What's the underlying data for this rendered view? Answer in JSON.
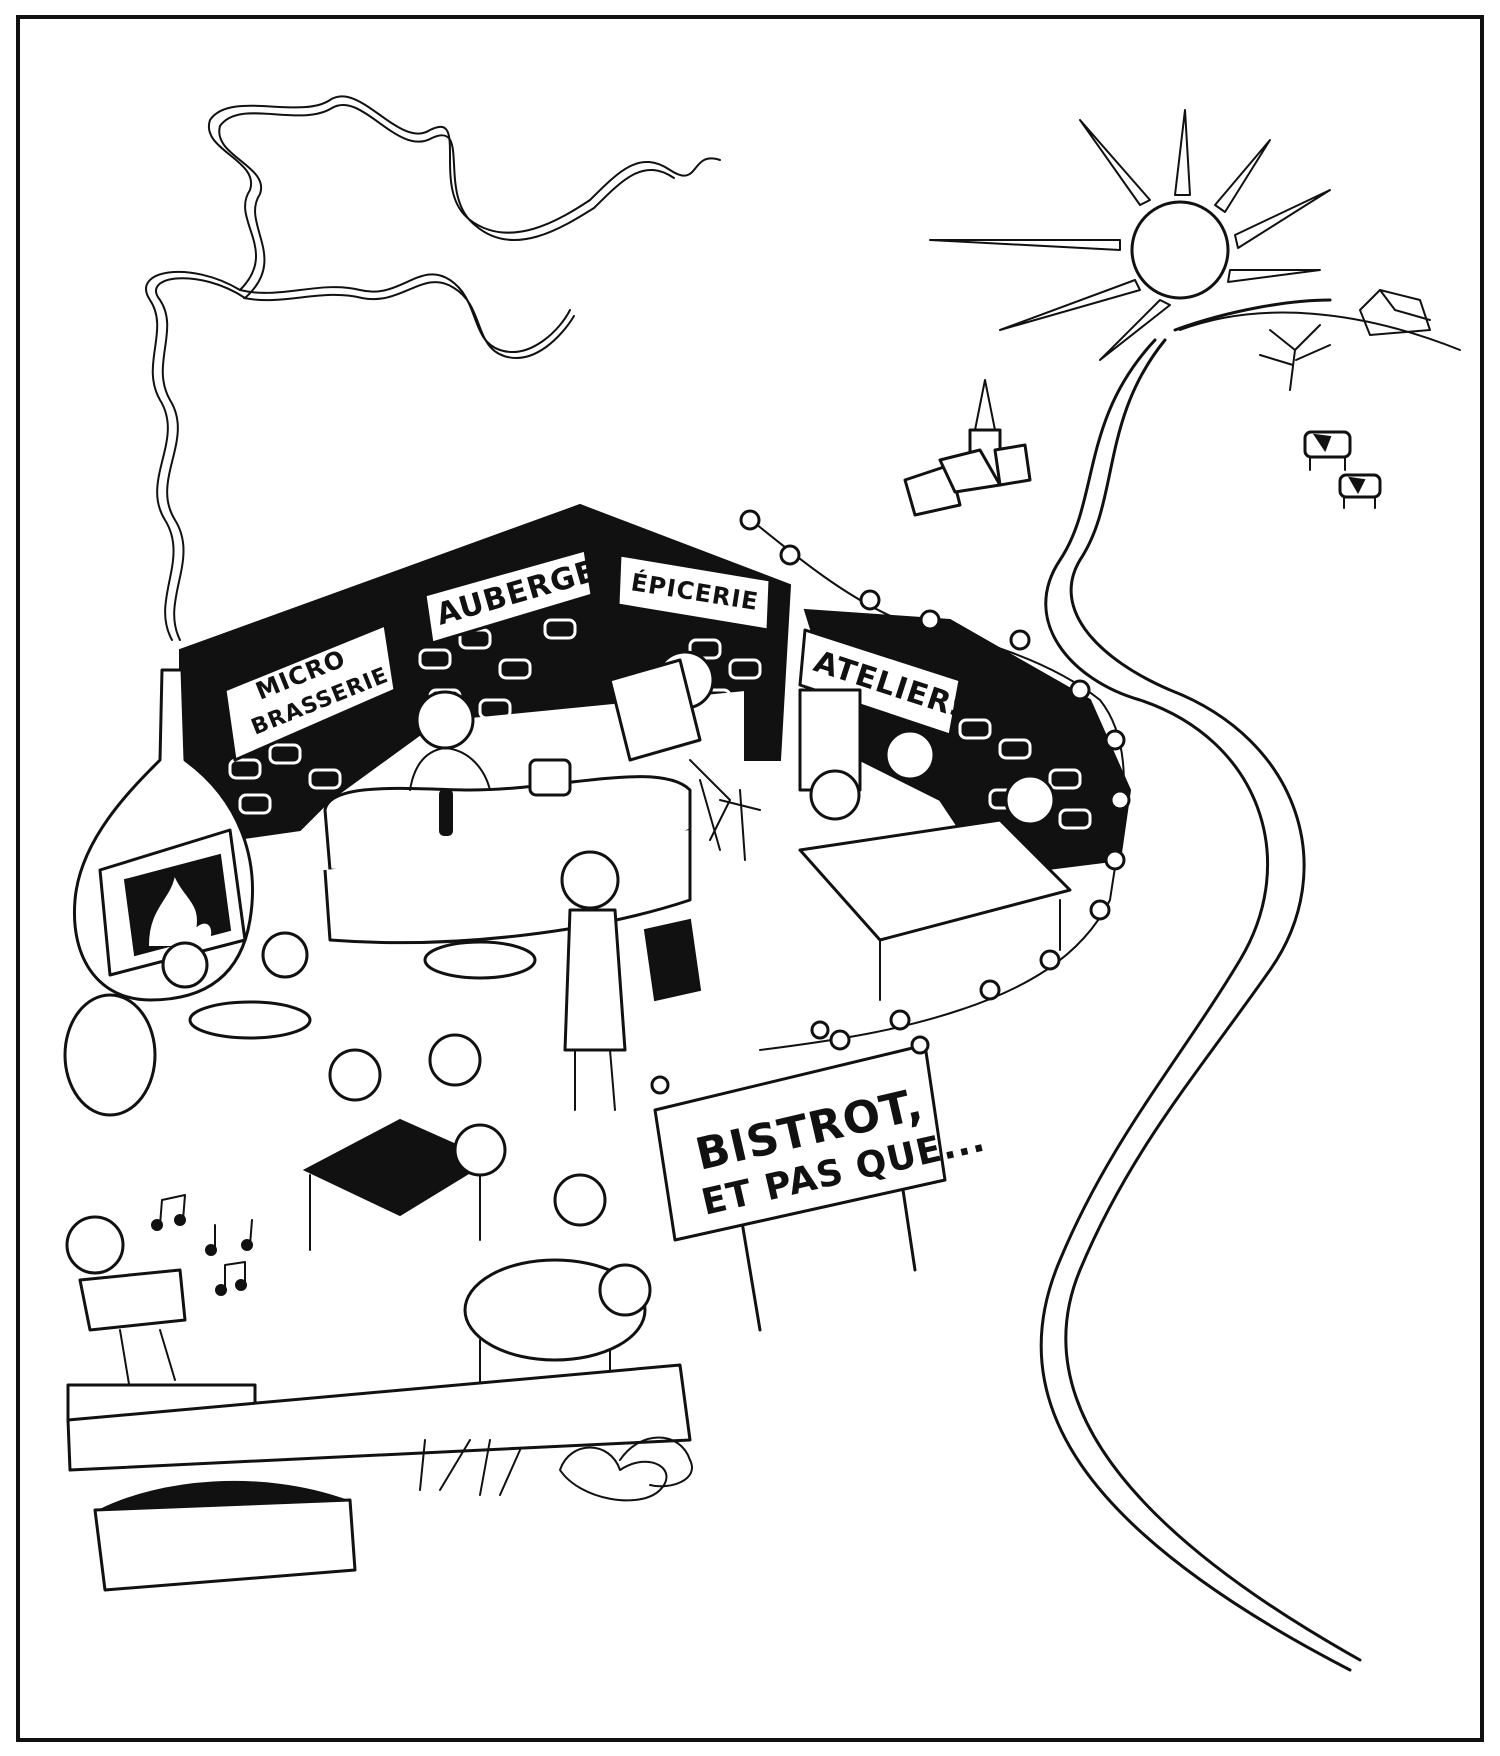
{
  "signs": {
    "micro": "MICRO",
    "brasserie": "BRASSERIE",
    "auberge": "AUBERGE",
    "epicerie": "ÉPICERIE",
    "ateliers": "ATELIERS"
  },
  "main_sign": {
    "line1": "BISTROT,",
    "line2": "ET PAS QUE..."
  },
  "colors": {
    "ink": "#111111",
    "paper": "#ffffff"
  }
}
